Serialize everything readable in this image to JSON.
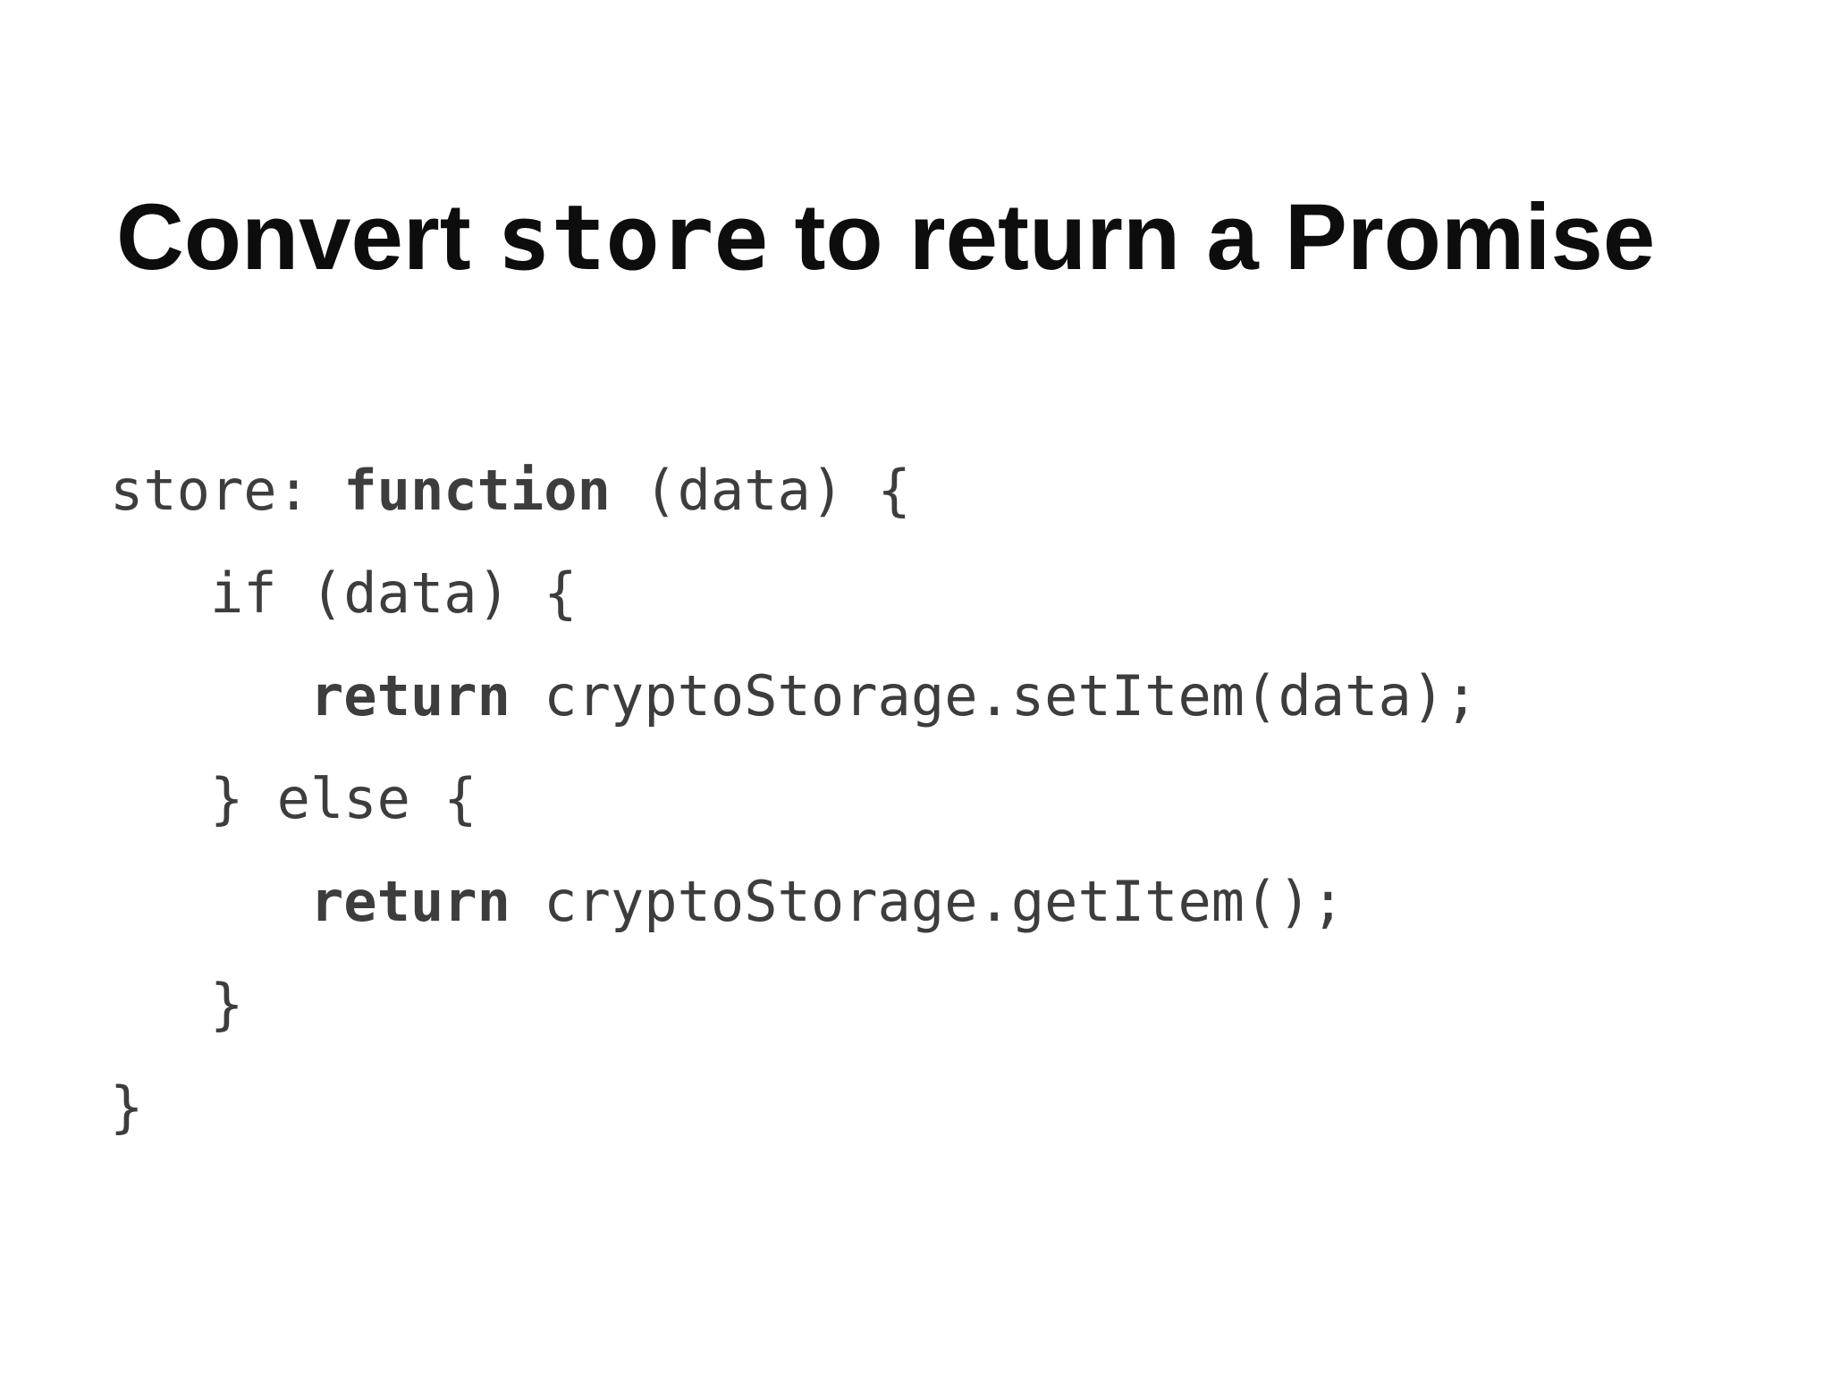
{
  "title": {
    "prefix": "Convert ",
    "code_word": "store",
    "suffix": " to return a Promise"
  },
  "code": {
    "indent_unit_spaces": 3,
    "lines": [
      {
        "indent": 0,
        "segments": [
          {
            "text": "store: ",
            "bold": false
          },
          {
            "text": "function",
            "bold": true
          },
          {
            "text": " (data) {",
            "bold": false
          }
        ]
      },
      {
        "indent": 1,
        "segments": [
          {
            "text": "if (data) {",
            "bold": false
          }
        ]
      },
      {
        "indent": 2,
        "segments": [
          {
            "text": "return",
            "bold": true
          },
          {
            "text": " cryptoStorage.setItem(data);",
            "bold": false
          }
        ]
      },
      {
        "indent": 1,
        "segments": [
          {
            "text": "} else {",
            "bold": false
          }
        ]
      },
      {
        "indent": 2,
        "segments": [
          {
            "text": "return",
            "bold": true
          },
          {
            "text": " cryptoStorage.getItem();",
            "bold": false
          }
        ]
      },
      {
        "indent": 1,
        "segments": [
          {
            "text": "}",
            "bold": false
          }
        ]
      },
      {
        "indent": 0,
        "segments": [
          {
            "text": "}",
            "bold": false
          }
        ]
      }
    ]
  },
  "colors": {
    "background": "#ffffff",
    "title_text": "#0d0d0d",
    "code_text": "#3d3d3d"
  }
}
